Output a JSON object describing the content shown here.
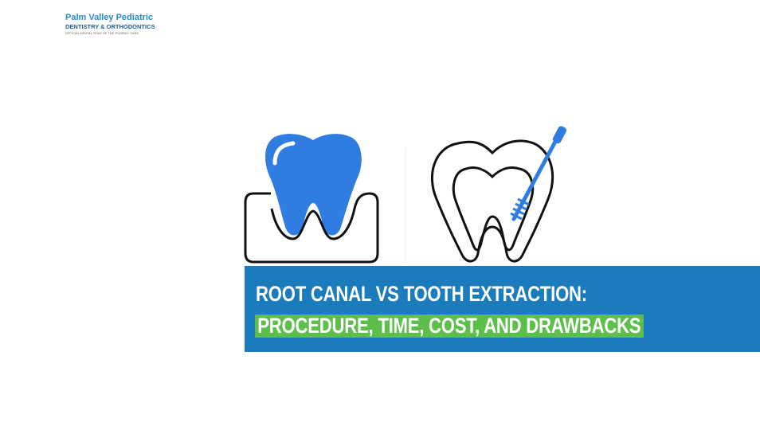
{
  "logo": {
    "line1": "Palm Valley Pediatric",
    "line2": "DENTISTRY & ORTHODONTICS",
    "line3": "OFFICIAL DENTAL TEAM OF THE PHOENIX SUNS"
  },
  "banner": {
    "title_line1": "ROOT CANAL VS TOOTH EXTRACTION:",
    "title_line2": "PROCEDURE, TIME, COST, AND DRAWBACKS"
  },
  "colors": {
    "banner": "#1a7bbd",
    "highlight": "#5cbf4a",
    "tooth_blue": "#2f7de1"
  },
  "icons": [
    "tooth-extraction-icon",
    "root-canal-icon"
  ]
}
